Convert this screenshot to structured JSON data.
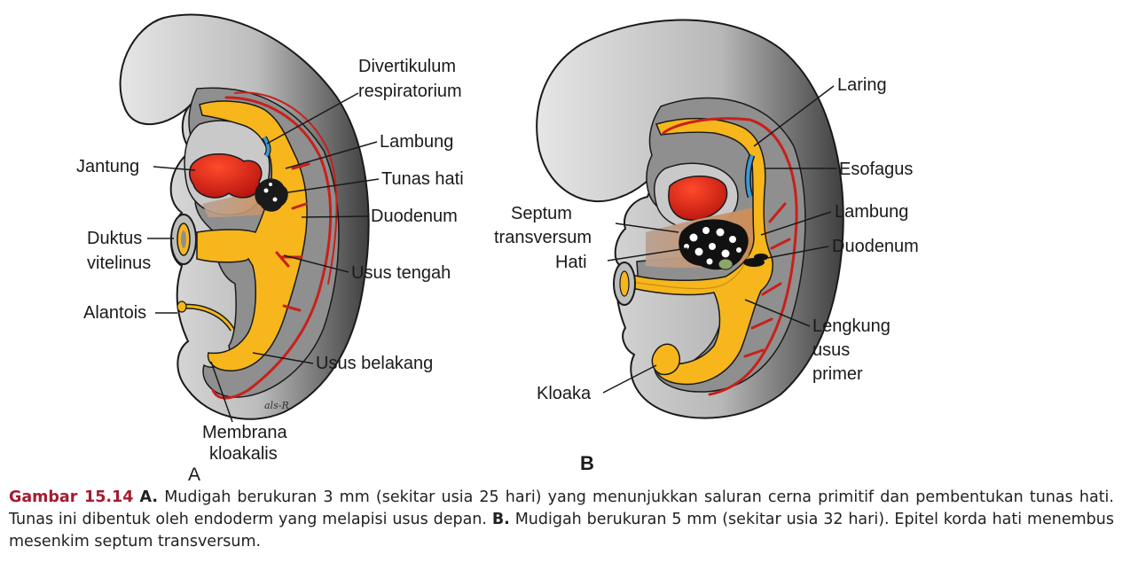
{
  "figure_a": {
    "panel_label": "A",
    "signature": "als-R",
    "labels": {
      "divertikulum_1": "Divertikulum",
      "divertikulum_2": "respiratorium",
      "lambung": "Lambung",
      "jantung": "Jantung",
      "tunas_hati": "Tunas hati",
      "duodenum": "Duodenum",
      "duktus_1": "Duktus",
      "duktus_2": "vitelinus",
      "usus_tengah": "Usus tengah",
      "alantois": "Alantois",
      "usus_belakang": "Usus belakang",
      "membrana_1": "Membrana",
      "membrana_2": "kloakalis"
    }
  },
  "figure_b": {
    "panel_label": "B",
    "labels": {
      "laring": "Laring",
      "esofagus": "Esofagus",
      "septum_1": "Septum",
      "septum_2": "transversum",
      "hati": "Hati",
      "lambung": "Lambung",
      "duodenum": "Duodenum",
      "lengkung_1": "Lengkung",
      "lengkung_2": "usus",
      "lengkung_3": "primer",
      "kloaka": "Kloaka"
    }
  },
  "caption": {
    "fig_num": "Gambar 15.14",
    "a_label": "A.",
    "a_text": "Mudigah berukuran 3 mm (sekitar usia 25 hari) yang menunjukkan saluran cerna primitif dan pembentukan tunas hati. Tunas ini dibentuk oleh endoderm yang melapisi usus depan.",
    "b_label": "B.",
    "b_text": "Mudigah berukuran 5 mm (sekitar usia 32 hari). Epitel korda hati menembus mesenkim septum transversum."
  },
  "colors": {
    "gut": "#f6b61c",
    "heart": "#d9261c",
    "vessel": "#c8201b",
    "septum": "#c58c5c",
    "respiratory": "#3a9bd6",
    "tissue": "#9a9a9a",
    "body_dark": "#4a4a4a",
    "caption_accent": "#a51c30"
  }
}
